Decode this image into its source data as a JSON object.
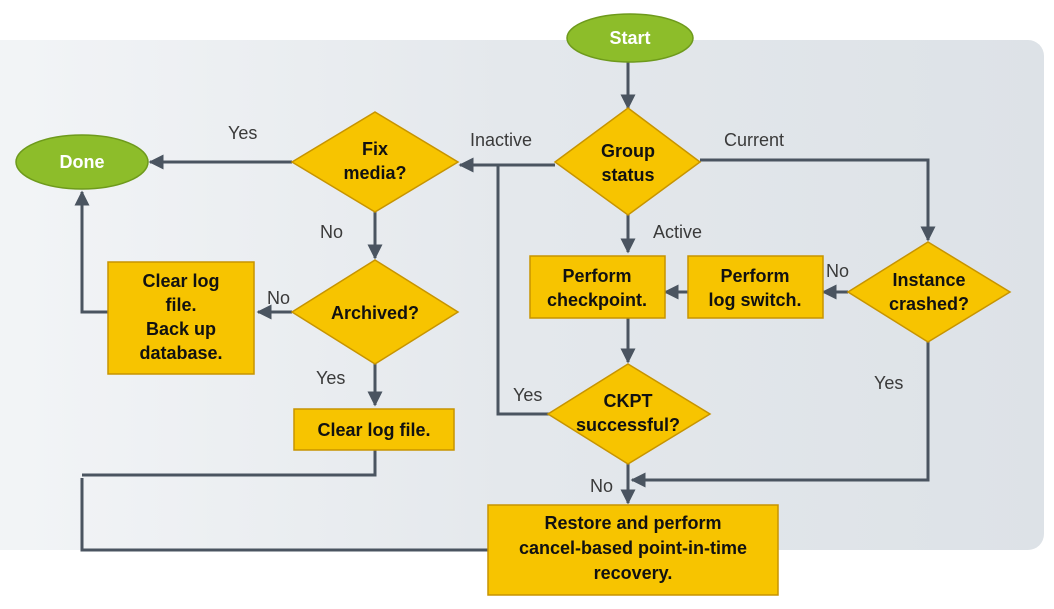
{
  "nodes": {
    "start": "Start",
    "done": "Done",
    "group_status": [
      "Group",
      "status"
    ],
    "fix_media": [
      "Fix",
      "media?"
    ],
    "archived": [
      "Archived?"
    ],
    "clear_log_backup": [
      "Clear log",
      "file.",
      "Back up",
      "database."
    ],
    "clear_log_file": [
      "Clear log file."
    ],
    "perform_checkpoint": [
      "Perform",
      "checkpoint."
    ],
    "perform_log_switch": [
      "Perform",
      "log switch."
    ],
    "instance_crashed": [
      "Instance",
      "crashed?"
    ],
    "ckpt_successful": [
      "CKPT",
      "successful?"
    ],
    "restore": [
      "Restore and perform",
      "cancel-based point-in-time",
      "recovery."
    ]
  },
  "labels": {
    "yes_fix": "Yes",
    "inactive": "Inactive",
    "current": "Current",
    "no_fix": "No",
    "active": "Active",
    "no_archived": "No",
    "no_instance": "No",
    "yes_archived": "Yes",
    "yes_ckpt": "Yes",
    "yes_instance": "Yes",
    "no_ckpt": "No"
  },
  "colors": {
    "process": "#f7c400",
    "terminal": "#8dbd2a",
    "edge": "#4a5460",
    "panel": "#e4e8ec"
  }
}
